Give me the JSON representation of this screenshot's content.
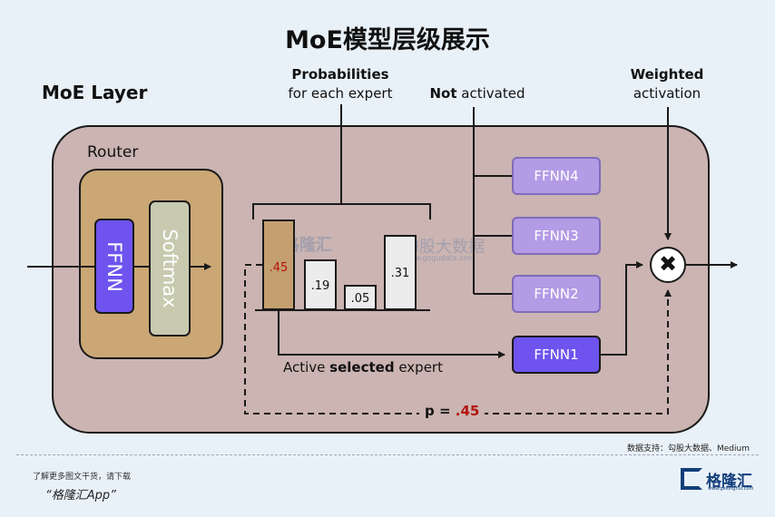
{
  "page_title": "MoE模型层级展示",
  "layer_title": "MoE Layer",
  "probabilities": {
    "bold": "Probabilities",
    "line2": "for each expert"
  },
  "not_activated": {
    "bold": "Not",
    "rest": " activated"
  },
  "weighted": {
    "bold": "Weighted",
    "line2": "activation"
  },
  "router": {
    "label": "Router",
    "ffnn": "FFNN",
    "softmax": "Softmax"
  },
  "bars": [
    {
      "label": ".45",
      "value": 0.45,
      "selected": true
    },
    {
      "label": ".19",
      "value": 0.19,
      "selected": false
    },
    {
      "label": ".05",
      "value": 0.05,
      "selected": false
    },
    {
      "label": ".31",
      "value": 0.31,
      "selected": false
    }
  ],
  "experts": [
    "FFNN4",
    "FFNN3",
    "FFNN2",
    "FFNN1"
  ],
  "active_label": {
    "pre": "Active ",
    "bold": "selected",
    "post": " expert"
  },
  "p_label": {
    "pre": "p = ",
    "value": ".45"
  },
  "multiply_symbol": "✖",
  "watermark": {
    "brand": "格隆汇",
    "brand2": "勾股大数据",
    "url": "www.gogudata.com"
  },
  "source": "数据支持：勾股大数据、Medium",
  "footer": {
    "note": "了解更多图文干货，请下载",
    "app": "“格隆汇App”"
  },
  "logo": {
    "text": "格隆汇",
    "url": "www.gelonghui.com",
    "color": "#123e7a"
  },
  "colors": {
    "panel": "#cbb4b1",
    "router": "#caa774",
    "ffnn_active": "#6e53ee",
    "ffnn_inactive": "#b39be5",
    "highlight": "#b3140c"
  }
}
